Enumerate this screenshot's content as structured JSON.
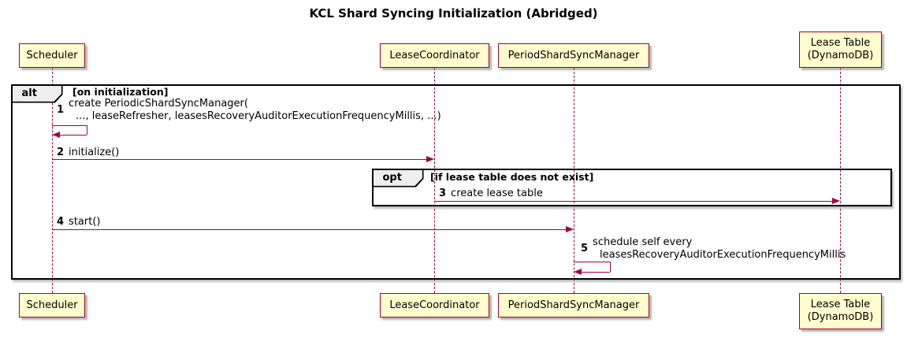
{
  "title": "KCL Shard Syncing Initialization (Abridged)",
  "colors": {
    "accent": "#A80036",
    "boxfill": "#FEFECE",
    "pentfill": "#EEEEEE",
    "framestroke": "#000000"
  },
  "participants": [
    {
      "name": "Scheduler",
      "line2": ""
    },
    {
      "name": "LeaseCoordinator",
      "line2": ""
    },
    {
      "name": "PeriodShardSyncManager",
      "line2": ""
    },
    {
      "name": "Lease Table",
      "line2": "(DynamoDB)"
    }
  ],
  "frames": [
    {
      "operator": "alt",
      "guard": "[on initialization]"
    },
    {
      "operator": "opt",
      "guard": "[if lease table does not exist]"
    }
  ],
  "messages": [
    {
      "num": "1",
      "lines": [
        "create PeriodicShardSyncManager(",
        "..., leaseRefresher, leasesRecoveryAuditorExecutionFrequencyMillis, ...)"
      ]
    },
    {
      "num": "2",
      "text": "initialize()"
    },
    {
      "num": "3",
      "text": "create lease table"
    },
    {
      "num": "4",
      "text": "start()"
    },
    {
      "num": "5",
      "lines": [
        "schedule self every",
        "leasesRecoveryAuditorExecutionFrequencyMillis"
      ]
    }
  ]
}
